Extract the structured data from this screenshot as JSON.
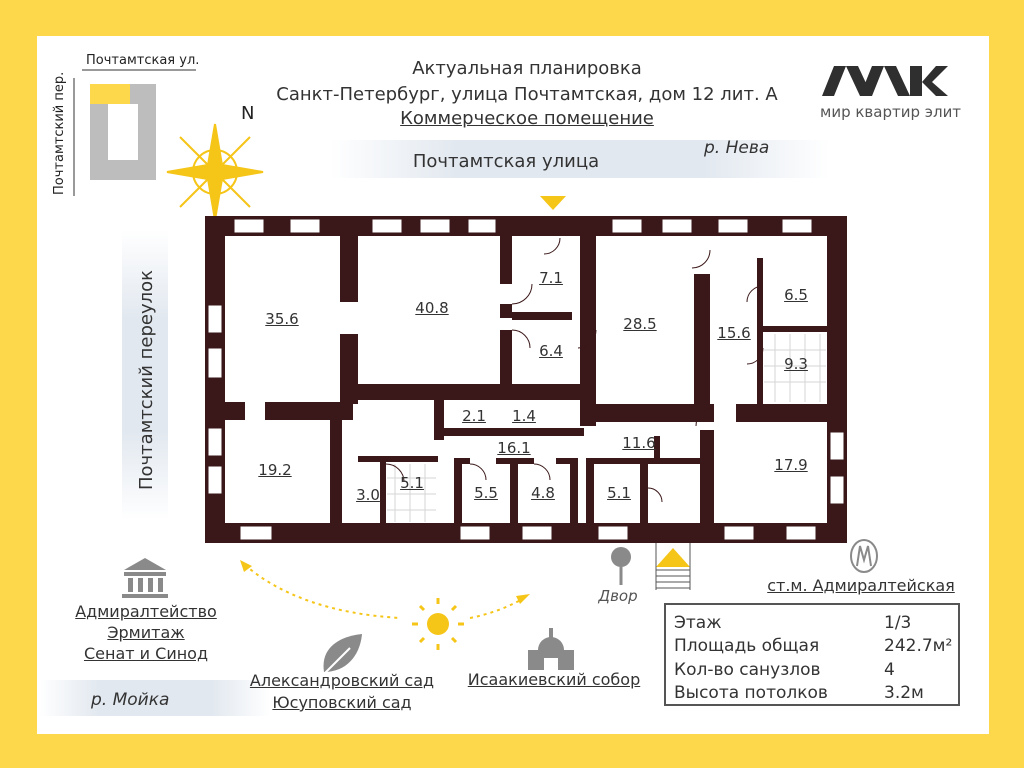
{
  "header": {
    "line1": "Актуальная планировка",
    "line2": "Санкт-Петербург, улица Почтамтская, дом 12 лит. А",
    "line3": "Коммерческое помещение"
  },
  "logo": {
    "mark": "ИЛК",
    "caption": "мир квартир элит"
  },
  "minimap": {
    "street_top": "Почтамтская ул.",
    "street_side": "Почтамтский пер.",
    "north": "N"
  },
  "streets": {
    "top": "Почтамтская улица",
    "river_top": "р. Нева",
    "side": "Почтамтский переулок",
    "river_bottom": "р. Мойка"
  },
  "rooms": [
    {
      "id": "r1",
      "area": "35.6"
    },
    {
      "id": "r2",
      "area": "40.8"
    },
    {
      "id": "r3",
      "area": "7.1"
    },
    {
      "id": "r4",
      "area": "6.4"
    },
    {
      "id": "r5",
      "area": "28.5"
    },
    {
      "id": "r6",
      "area": "15.6"
    },
    {
      "id": "r7",
      "area": "6.5"
    },
    {
      "id": "r8",
      "area": "9.3"
    },
    {
      "id": "r9",
      "area": "19.2"
    },
    {
      "id": "r10",
      "area": "3.0"
    },
    {
      "id": "r11",
      "area": "5.1"
    },
    {
      "id": "r12",
      "area": "2.1"
    },
    {
      "id": "r13",
      "area": "1.4"
    },
    {
      "id": "r14",
      "area": "16.1"
    },
    {
      "id": "r15",
      "area": "5.5"
    },
    {
      "id": "r16",
      "area": "4.8"
    },
    {
      "id": "r17",
      "area": "11.6"
    },
    {
      "id": "r18",
      "area": "5.1"
    },
    {
      "id": "r19",
      "area": "17.9"
    }
  ],
  "landmarks": {
    "museums": [
      "Адмиралтейство",
      "Эрмитаж",
      "Сенат и Синод"
    ],
    "gardens": [
      "Александровский сад",
      "Юсуповский сад"
    ],
    "cathedral": "Исаакиевский собор",
    "courtyard": "Двор",
    "metro": "ст.м. Адмиралтейская"
  },
  "info": {
    "rows": [
      {
        "label": "Этаж",
        "value": "1/3"
      },
      {
        "label": "Площадь общая",
        "value": "242.7м²"
      },
      {
        "label": "Кол-во санузлов",
        "value": "4"
      },
      {
        "label": "Высота потолков",
        "value": "3.2м"
      }
    ]
  },
  "colors": {
    "accent": "#fcd84a",
    "wall": "#3a1718",
    "icon": "#8a8a8a",
    "sun": "#f5c518",
    "sky": "#d9dfe8"
  }
}
